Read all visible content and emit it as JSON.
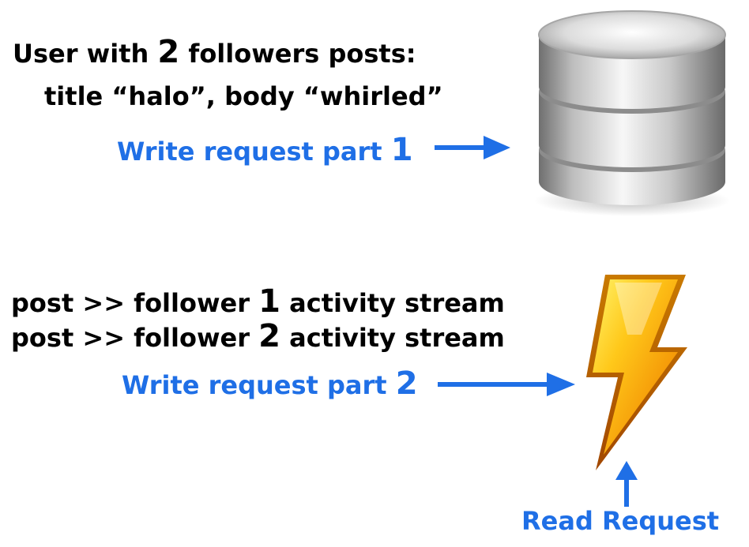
{
  "write_part1": {
    "line1": {
      "pre": "User with ",
      "num": "2",
      "post": " followers posts:"
    },
    "line2": "title “halo”, body “whirled”",
    "label": {
      "text": "Write request part ",
      "num": "1"
    }
  },
  "write_part2": {
    "stream1": {
      "pre": "post >> follower ",
      "num": "1",
      "post": " activity stream"
    },
    "stream2": {
      "pre": "post >> follower ",
      "num": "2",
      "post": " activity stream"
    },
    "label": {
      "text": "Write request part ",
      "num": "2"
    }
  },
  "read": {
    "label": "Read Request"
  },
  "icons": {
    "database": "database-icon",
    "lightning": "lightning-bolt-icon"
  },
  "colors": {
    "accent": "#1f6fe6",
    "text": "#000000"
  }
}
